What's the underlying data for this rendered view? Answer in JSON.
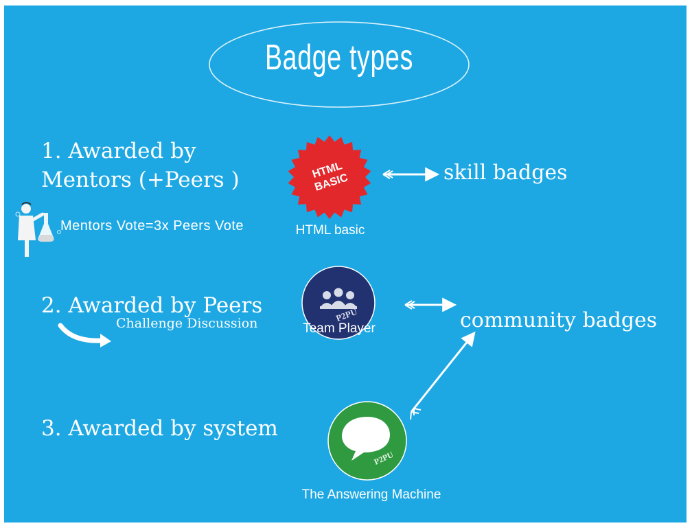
{
  "title": "Badge types",
  "items": {
    "item1_line1": "1. Awarded by",
    "item1_line2": "Mentors (+Peers )",
    "item1_note": "Mentors Vote=3x Peers Vote",
    "item2": "2. Awarded by Peers",
    "item2_note": "Challenge Discussion",
    "item3": "3. Awarded by system"
  },
  "badges": {
    "html": {
      "label_top": "HTML",
      "label_bottom": "BASIC",
      "caption": "HTML basic",
      "color": "#e3282c"
    },
    "team": {
      "label": "P2PU",
      "caption": "Team Player",
      "color": "#223170"
    },
    "answer": {
      "label": "P2PU",
      "caption": "The Answering Machine",
      "color": "#2f9a3f"
    }
  },
  "targets": {
    "skill": "skill badges",
    "community": "community badges"
  },
  "colors": {
    "background": "#1ea8e3",
    "text": "#ffffff"
  }
}
